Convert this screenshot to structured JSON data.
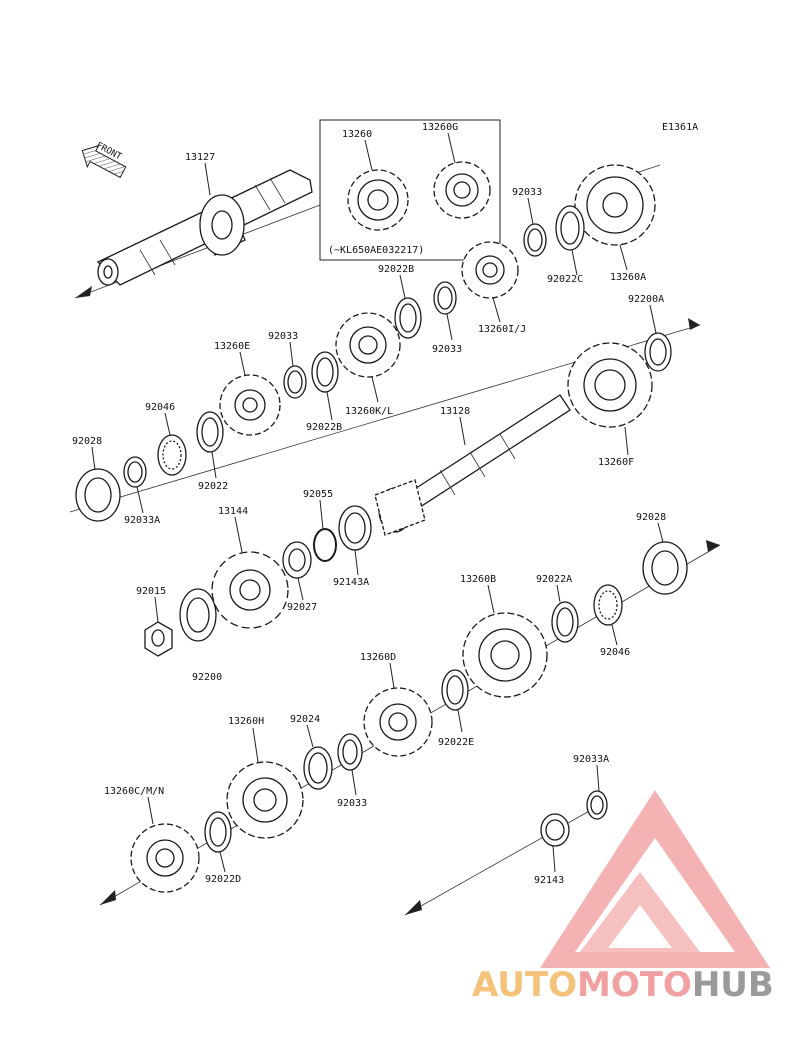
{
  "diagram": {
    "ref_code": "E1361A",
    "front_arrow_label": "FRONT",
    "box_note": "(~KL650AE032217)",
    "part_labels": {
      "p13127": "13127",
      "p13260": "13260",
      "p13260G": "13260G",
      "p92033_top": "92033",
      "p92022C": "92022C",
      "p13260A": "13260A",
      "p92022B_top": "92022B",
      "p92033_mid": "92033",
      "p13260IJ": "13260I/J",
      "p92200A": "92200A",
      "p92033_left": "92033",
      "p13260E": "13260E",
      "p92022B_low": "92022B",
      "p13260KL": "13260K/L",
      "p13128": "13128",
      "p13260F": "13260F",
      "p92046_left": "92046",
      "p92028_left": "92028",
      "p92022_left": "92022",
      "p92033A_left": "92033A",
      "p92055": "92055",
      "p13144": "13144",
      "p92027": "92027",
      "p92143A": "92143A",
      "p92028_right": "92028",
      "p92015": "92015",
      "p92200": "92200",
      "p13260B": "13260B",
      "p92022A": "92022A",
      "p92046_right": "92046",
      "p13260D": "13260D",
      "p92022E": "92022E",
      "p13260H": "13260H",
      "p92024": "92024",
      "p92033_low": "92033",
      "p13260CMN": "13260C/M/N",
      "p92022D": "92022D",
      "p92033A_right": "92033A",
      "p92143": "92143"
    }
  },
  "watermark": {
    "part1": "AUTO",
    "part2": "MOTO",
    "part3": "HUB",
    "color_auto": "#f5c27a",
    "color_moto": "#f0a0a0",
    "color_hub": "#9a9a9a",
    "color_logo": "#e84545"
  }
}
